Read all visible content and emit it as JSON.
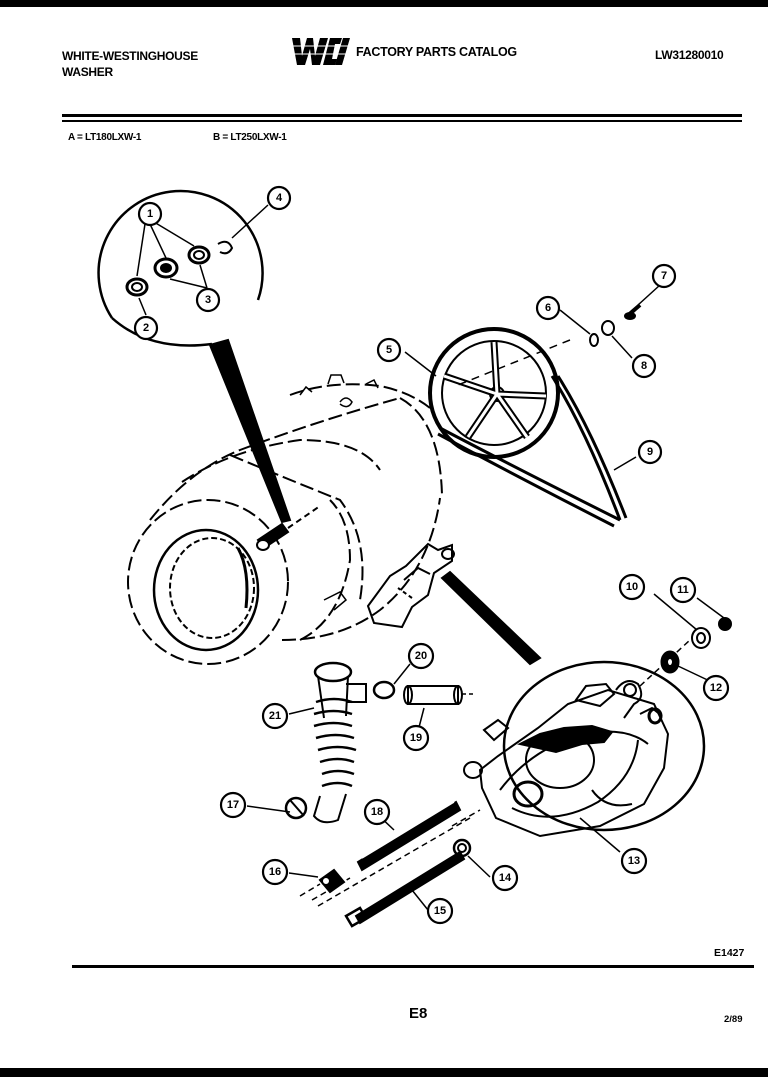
{
  "header": {
    "brand_line1": "WHITE-WESTINGHOUSE",
    "brand_line2": "WASHER",
    "logo_text": "WCI",
    "catalog_title": "FACTORY PARTS CATALOG",
    "catalog_number": "LW31280010"
  },
  "models": {
    "model_a": "A = LT180LXW-1",
    "model_b": "B = LT250LXW-1"
  },
  "callouts": [
    "1",
    "2",
    "3",
    "4",
    "5",
    "6",
    "7",
    "8",
    "9",
    "10",
    "11",
    "12",
    "13",
    "14",
    "15",
    "16",
    "17",
    "18",
    "19",
    "20",
    "21"
  ],
  "footer": {
    "figure_code": "E1427",
    "page": "E8",
    "date": "2/89"
  }
}
